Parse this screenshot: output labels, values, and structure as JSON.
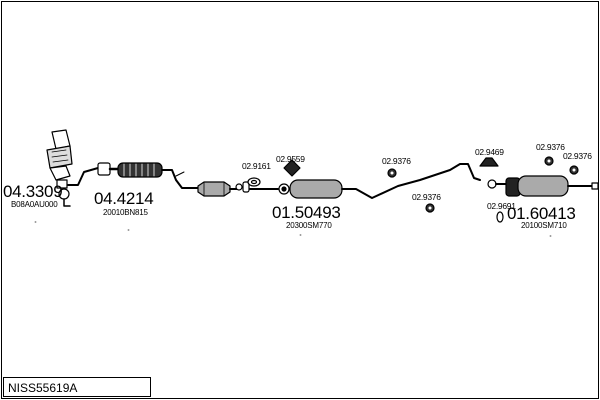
{
  "kit_code": "NISS55619A",
  "parts": [
    {
      "part_number": "04.3309",
      "oem": "B08A0AU000"
    },
    {
      "part_number": "04.4214",
      "oem": "20010BN815"
    },
    {
      "part_number": "01.50493",
      "oem": "20300SM770"
    },
    {
      "part_number": "01.60413",
      "oem": "20100SM710"
    }
  ],
  "fittings": [
    "02.9161",
    "02.9559",
    "02.9376",
    "02.9376",
    "02.9469",
    "02.9376",
    "02.9376",
    "02.9691"
  ],
  "colors": {
    "line": "#000000",
    "background": "#ffffff"
  }
}
